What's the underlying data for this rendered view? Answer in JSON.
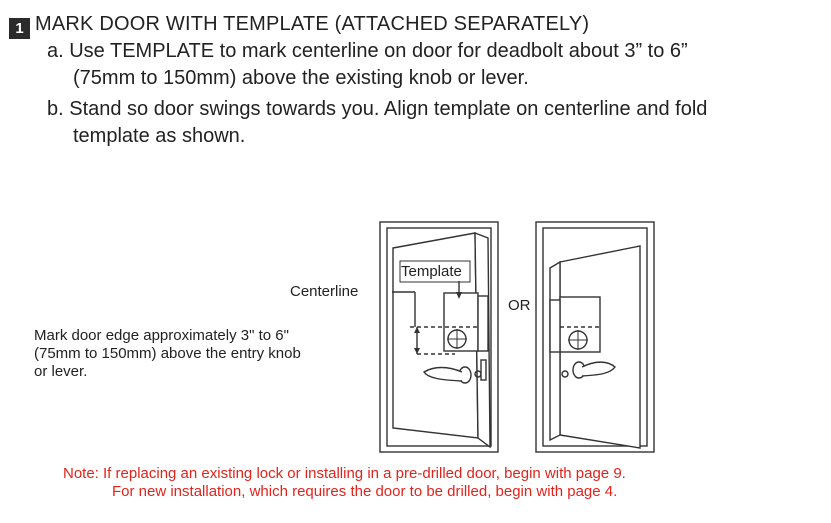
{
  "step": {
    "number": "1",
    "title": "MARK DOOR WITH TEMPLATE (ATTACHED SEPARATELY)",
    "items": [
      {
        "letter": "a.",
        "lines": [
          "a. Use TEMPLATE to mark centerline on door for deadbolt about 3” to 6”",
          "(75mm to 150mm) above the existing knob or lever."
        ]
      },
      {
        "letter": "b.",
        "lines": [
          "b. Stand so door swings towards you. Align template on centerline and fold",
          "template as shown."
        ]
      }
    ]
  },
  "diagram": {
    "centerline_label": "Centerline",
    "template_label": "Template",
    "or_label": "OR",
    "mark_label_lines": [
      "Mark door edge approximately 3\" to 6\"",
      "(75mm to 150mm) above the entry knob",
      "or lever."
    ]
  },
  "note": {
    "lines": [
      "Note: If replacing an existing lock or installing in a pre-drilled door, begin with page 9.",
      "For new installation, which requires the door to be drilled, begin with page 4."
    ],
    "color": "#e0241c"
  }
}
